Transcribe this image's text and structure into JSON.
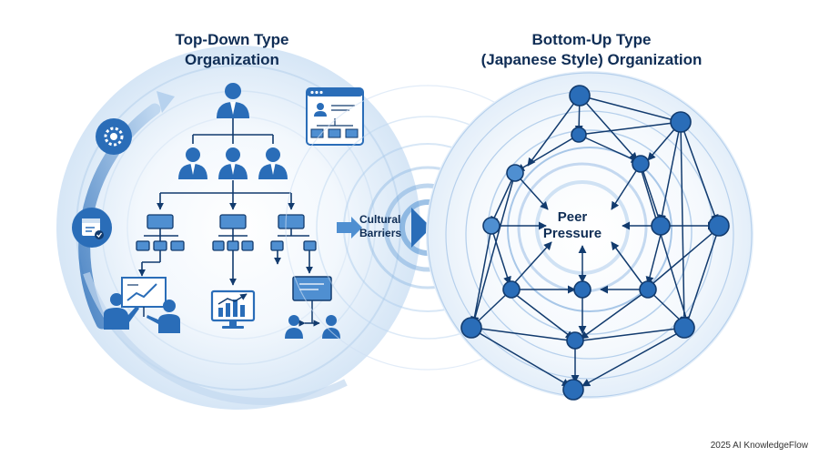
{
  "left": {
    "title_line1": "Top-Down Type",
    "title_line2": "Organization"
  },
  "right": {
    "title_line1": "Bottom-Up Type",
    "title_line2": "(Japanese Style) Organization"
  },
  "center": {
    "label_line1": "Cultural",
    "label_line2": "Barriers"
  },
  "network": {
    "label_line1": "Peer",
    "label_line2": "Pressure"
  },
  "footer": {
    "credit": "2025 AI KnowledgeFlow"
  },
  "icons": {
    "cycle_top": "gear-icon",
    "cycle_left": "calendar-check-icon",
    "top_right": "org-chart-window-icon",
    "bottom_left": "presentation-team-icon",
    "bottom_middle": "chart-monitor-icon",
    "bottom_right": "meeting-board-icon"
  },
  "colors": {
    "primary": "#2a6db8",
    "dark": "#123b6e",
    "light": "#dbe8f6",
    "pale": "#eef4fb",
    "text": "#0f2d55"
  }
}
